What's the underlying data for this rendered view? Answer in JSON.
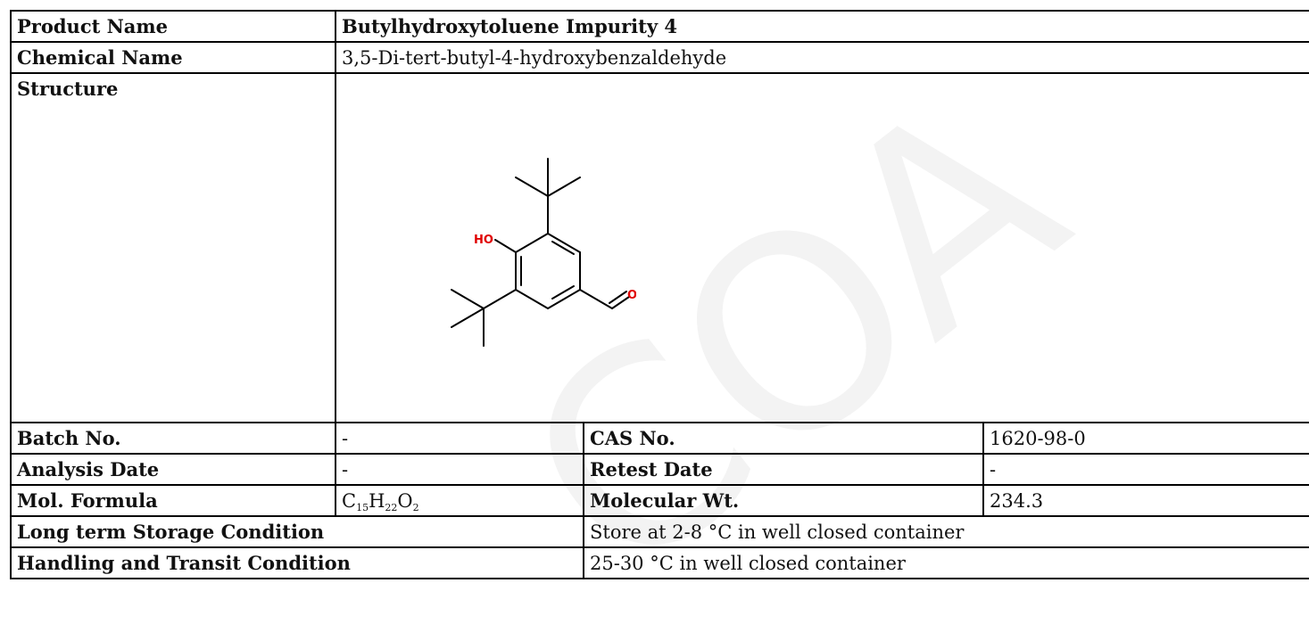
{
  "watermark": {
    "text": "COA"
  },
  "rows": {
    "product_name": {
      "label": "Product Name",
      "value": "Butylhydroxytoluene Impurity 4"
    },
    "chemical_name": {
      "label": "Chemical Name",
      "value": "3,5-Di-tert-butyl-4-hydroxybenzaldehyde"
    },
    "structure": {
      "label": "Structure",
      "atom_labels": {
        "hydroxyl": "HO",
        "oxygen": "O"
      },
      "atom_color": "#e00000"
    },
    "batch_cas": {
      "batch_label": "Batch No.",
      "batch_value": "-",
      "cas_label": "CAS No.",
      "cas_value": "1620-98-0"
    },
    "dates": {
      "analysis_label": "Analysis Date",
      "analysis_value": "-",
      "retest_label": "Retest Date",
      "retest_value": "-"
    },
    "formula_weight": {
      "formula_label": "Mol. Formula",
      "formula": {
        "c": "C",
        "c_n": "15",
        "h": "H",
        "h_n": "22",
        "o": "O",
        "o_n": "2"
      },
      "weight_label": "Molecular Wt.",
      "weight_value": "234.3"
    },
    "storage": {
      "label": "Long term Storage Condition",
      "value": "Store at 2-8 °C in well closed container"
    },
    "handling": {
      "label": "Handling and Transit Condition",
      "value": "25-30 °C in well closed container"
    }
  }
}
